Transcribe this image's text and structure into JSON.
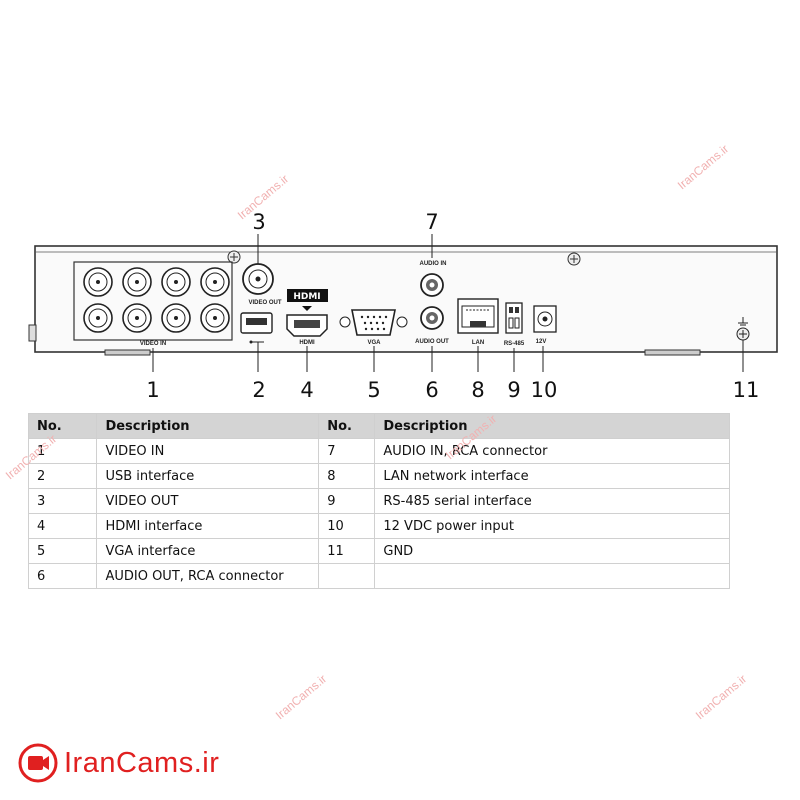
{
  "device": {
    "port_labels": {
      "video_in": "VIDEO IN",
      "video_out": "VIDEO OUT",
      "hdmi": "HDMI",
      "vga": "VGA",
      "audio_in": "AUDIO IN",
      "audio_out": "AUDIO OUT",
      "lan": "LAN",
      "rs485": "RS-485",
      "power": "12V"
    },
    "callouts": [
      "1",
      "2",
      "3",
      "4",
      "5",
      "6",
      "7",
      "8",
      "9",
      "10",
      "11"
    ]
  },
  "table": {
    "headers": [
      "No.",
      "Description",
      "No.",
      "Description"
    ],
    "rows": [
      [
        "1",
        "VIDEO IN",
        "7",
        "AUDIO IN, RCA connector"
      ],
      [
        "2",
        "USB interface",
        "8",
        "LAN network interface"
      ],
      [
        "3",
        "VIDEO OUT",
        "9",
        "RS-485 serial interface"
      ],
      [
        "4",
        "HDMI interface",
        "10",
        "12 VDC power input"
      ],
      [
        "5",
        "VGA interface",
        "11",
        "GND"
      ],
      [
        "6",
        "AUDIO OUT, RCA connector",
        "",
        ""
      ]
    ]
  },
  "watermark": "IranCams.ir",
  "logo_text": "IranCams.ir",
  "colors": {
    "brand": "#e02020",
    "header_bg": "#d4d4d4"
  }
}
